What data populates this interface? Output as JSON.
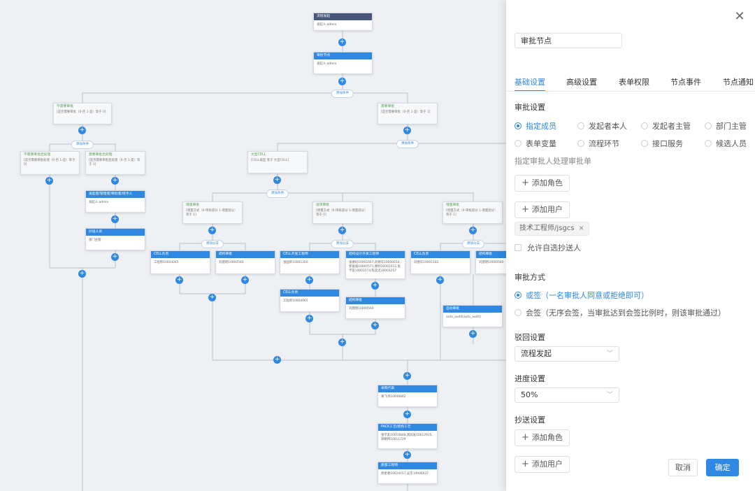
{
  "drawer": {
    "close_icon": "close-icon",
    "node_name": "审批节点",
    "tabs": [
      "基础设置",
      "高级设置",
      "表单权限",
      "节点事件",
      "节点通知"
    ],
    "approval_settings_label": "审批设置",
    "approver_types": [
      "指定成员",
      "发起者本人",
      "发起者主管",
      "部门主管",
      "表单变量",
      "流程环节",
      "接口服务",
      "候选人员"
    ],
    "approver_selected": "指定成员",
    "approver_hint": "指定审批人处理审批单",
    "add_role_label": "添加角色",
    "add_user_label": "添加用户",
    "selected_user_tag": "技术工程师/jsgcs",
    "allow_cc_label": "允许自选抄送人",
    "method_label": "审批方式",
    "methods": [
      "或签（一名审批人同意或拒绝即可）",
      "会签（无序会签，当审批达到会签比例时，则该审批通过）"
    ],
    "method_selected": "或签（一名审批人同意或拒绝即可）",
    "reject_label": "驳回设置",
    "reject_value": "流程发起",
    "progress_label": "进度设置",
    "progress_value": "50%",
    "cc_label": "抄送设置",
    "cc_add_role_label": "添加角色",
    "cc_add_user_label": "添加用户",
    "cancel_label": "取消",
    "ok_label": "确定"
  },
  "canvas": {
    "add_condition_label": "添加条件",
    "add_branch_label": "添加分支",
    "add_icon": "plus-icon",
    "nodes": [
      {
        "type": "start",
        "title": "流程发起",
        "body": "发起人:admin"
      },
      {
        "type": "appr",
        "title": "审批节点",
        "body": "发起人:admin"
      },
      {
        "type": "cond",
        "title": "不需要审批",
        "body": "[是否需要审批（0-否 1-是）等于 0]"
      },
      {
        "type": "cond",
        "title": "需要审批",
        "body": "[是否需要审批（0-否 1-是）等于 1]"
      },
      {
        "type": "cond",
        "title": "不需要审批后处理",
        "body": "[是否需要审批处理（0-否 1-是）等于 0]"
      },
      {
        "type": "cond",
        "title": "需要审批后处理",
        "body": "[是否需要审批后处理（0-否 1-是）等于 1]"
      },
      {
        "type": "appr",
        "title": "发起者/管理者/审批者/经手人",
        "body": "发起人:admin"
      },
      {
        "type": "appr",
        "title": "抄送人员",
        "body": "部门主管"
      },
      {
        "type": "cond",
        "title": "大型CELL",
        "body": "[CELL类型 等于 大型CELL]"
      },
      {
        "type": "cond",
        "title": "增量审批",
        "body": "[增量方式（0-审核部分 1-增量部分）等于 1]"
      },
      {
        "type": "cond",
        "title": "逐项审批",
        "body": "[增量方式（0-审核部分 1-增量部分）等于 0]"
      },
      {
        "type": "cond",
        "title": "增量审批",
        "body": "[增量方式（0-审核部分 1-增量部分）等于 1]"
      },
      {
        "type": "appr",
        "title": "CELL负责",
        "body": "工程师10004065"
      },
      {
        "type": "appr",
        "title": "结构审批",
        "body": "刘建明10000560"
      },
      {
        "type": "appr",
        "title": "CELL开发工程师",
        "body": "张国荣10001350"
      },
      {
        "type": "appr",
        "title": "结构设计开发工程师",
        "body": "张德培10001667,刘德华10000654,郭富城10005571,黎明10001012,张学友10001574,陈奕迅10001257"
      },
      {
        "type": "appr",
        "title": "CELL负责",
        "body": "刘德华10001182"
      },
      {
        "type": "appr",
        "title": "结构审批",
        "body": "刘建明10000560"
      },
      {
        "type": "appr",
        "title": "CELL负责",
        "body": "工程师10004065"
      },
      {
        "type": "appr",
        "title": "结构审批",
        "body": "刘建明10000560"
      },
      {
        "type": "appr",
        "title": "自动审批",
        "body": "auto_audit(auto_audit)"
      },
      {
        "type": "appr",
        "title": "采购代表",
        "body": "黄飞鸿10046842"
      },
      {
        "type": "appr",
        "title": "PACK工艺/结构工艺",
        "body": "张学友10010848,周润发10012915,梁朝伟10011729"
      },
      {
        "type": "appr",
        "title": "质量工程师",
        "body": "周星驰10024157,吴京10006037"
      }
    ]
  },
  "colors": {
    "accent": "#2f89e3",
    "start_header": "#49567a",
    "condition_title": "#58a05a"
  }
}
